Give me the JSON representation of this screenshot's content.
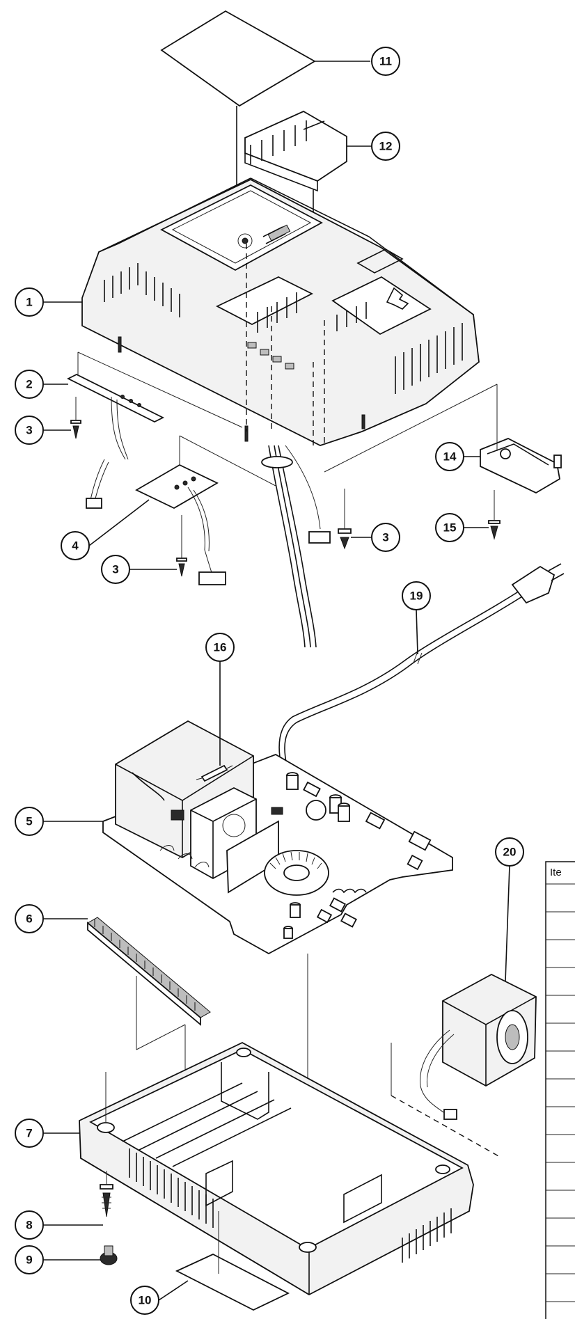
{
  "callouts": [
    {
      "id": "c1",
      "label": "1"
    },
    {
      "id": "c2",
      "label": "2"
    },
    {
      "id": "c3a",
      "label": "3"
    },
    {
      "id": "c3b",
      "label": "3"
    },
    {
      "id": "c3c",
      "label": "3"
    },
    {
      "id": "c4",
      "label": "4"
    },
    {
      "id": "c5",
      "label": "5"
    },
    {
      "id": "c6",
      "label": "6"
    },
    {
      "id": "c7",
      "label": "7"
    },
    {
      "id": "c8",
      "label": "8"
    },
    {
      "id": "c9",
      "label": "9"
    },
    {
      "id": "c10",
      "label": "10"
    },
    {
      "id": "c11",
      "label": "11"
    },
    {
      "id": "c12",
      "label": "12"
    },
    {
      "id": "c14",
      "label": "14"
    },
    {
      "id": "c15",
      "label": "15"
    },
    {
      "id": "c16",
      "label": "16"
    },
    {
      "id": "c19",
      "label": "19"
    },
    {
      "id": "c20",
      "label": "20"
    }
  ],
  "parts_table": {
    "header": "Ite",
    "row_count": 17
  }
}
